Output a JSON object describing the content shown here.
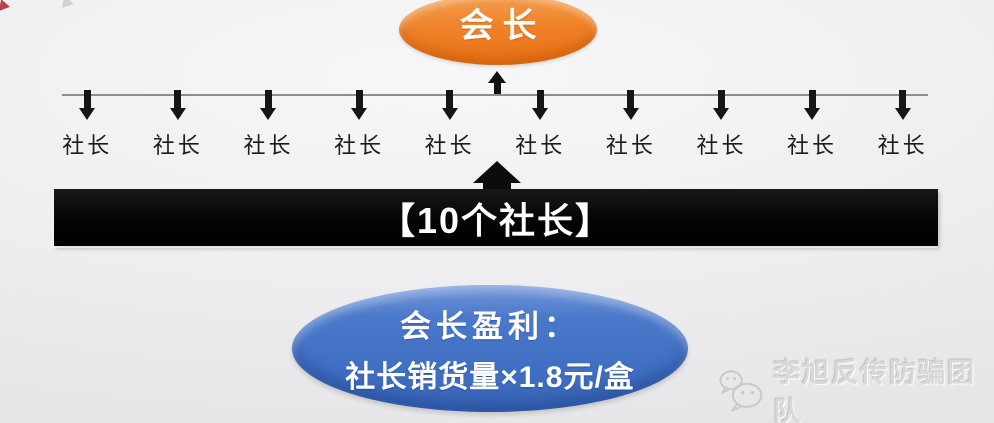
{
  "slide": {
    "president": {
      "label": "会长",
      "fill": "#ED7D22"
    },
    "org_line": {
      "director_labels": [
        "社长",
        "社长",
        "社长",
        "社长",
        "社长",
        "社长",
        "社长",
        "社长",
        "社长",
        "社长"
      ],
      "line_color": "#8E8E90",
      "arrow_color": "#161616"
    },
    "bar": {
      "label": "【10个社长】",
      "fill": "#0A0A0A",
      "text_color": "#FFFFFF"
    },
    "profit": {
      "title": "会长盈利：",
      "formula": "社长销货量×1.8元/盒",
      "fill": "#4472C4",
      "text_color": "#FFFFFF"
    },
    "watermark": {
      "label": "李旭反传防骗团队",
      "icon": "wechat-icon",
      "color": "#D9D9DB"
    }
  }
}
